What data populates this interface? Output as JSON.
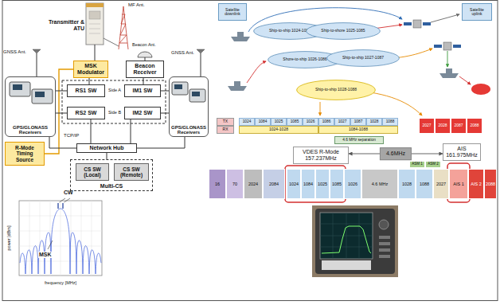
{
  "diagram": {
    "nodes": [
      {
        "text": [
          "MSK Modulator"
        ]
      },
      {
        "text": [
          "Beacon Receiver"
        ]
      },
      {
        "text": [
          "RS1 SW"
        ]
      },
      {
        "text": [
          "IM1 SW"
        ]
      },
      {
        "text": [
          "RS2 SW"
        ]
      },
      {
        "text": [
          "IM2 SW"
        ]
      },
      {
        "text": [
          "GPS/GLONASS Receivers"
        ]
      },
      {
        "text": [
          "GPS/GLONASS Receivers"
        ]
      },
      {
        "text": [
          "R-Mode Timing Source"
        ]
      },
      {
        "text": [
          "Network Hub"
        ]
      },
      {
        "text": [
          "Multi-CS"
        ]
      },
      {
        "text": [
          "CS SW (Local)"
        ],
        "in": 10
      },
      {
        "text": [
          "CS SW (Remote)"
        ],
        "in": 10
      },
      {
        "text": [
          "Satellite downlink"
        ]
      },
      {
        "text": [
          "Satellite uplink"
        ]
      },
      {
        "text": [
          "Ship-to-ship 1024-1084"
        ]
      },
      {
        "text": [
          "Ship-to-shore 1025-1085"
        ]
      },
      {
        "text": [
          "Shore-to-ship 1026-1086"
        ]
      },
      {
        "text": [
          "Ship-to-ship 1027-1087"
        ]
      },
      {
        "text": [
          "Ship-to-ship 1028-1088"
        ]
      },
      {
        "text": [
          "VDES R-Mode 157.237MHz"
        ]
      },
      {
        "text": [
          "AIS 161.975MHz"
        ]
      }
    ],
    "edges": [
      {
        "from": 8,
        "to": 0,
        "arrow": "none"
      },
      {
        "from": 0,
        "to": 2,
        "arrow": "none"
      },
      {
        "from": 1,
        "to": 3,
        "arrow": "none"
      },
      {
        "from": 6,
        "to": 2,
        "arrow": "none"
      },
      {
        "from": 6,
        "to": 4,
        "arrow": "none"
      },
      {
        "from": 7,
        "to": 3,
        "arrow": "none"
      },
      {
        "from": 7,
        "to": 5,
        "arrow": "none"
      },
      {
        "from": 4,
        "to": 9,
        "arrow": "none"
      },
      {
        "from": 5,
        "to": 9,
        "arrow": "none"
      },
      {
        "from": 6,
        "to": 9,
        "arrow": "none"
      },
      {
        "from": 7,
        "to": 9,
        "arrow": "none"
      },
      {
        "from": 9,
        "to": 10,
        "arrow": "none"
      },
      {
        "from": 20,
        "to": 21,
        "label": "4.6MHz",
        "arrow": "both"
      }
    ],
    "labels": [
      "Transmitter & ATU",
      "MF Ant.",
      "Beacon Ant.",
      "GNSS Ant.",
      "GNSS Ant.",
      "Side A",
      "Side B",
      "TCP/IP",
      "CW",
      "MSK",
      "power [dBm]",
      "frequency [MHz]",
      "TX",
      "RX",
      "1024",
      "1084",
      "1025",
      "1085",
      "1026",
      "1086",
      "1027",
      "1087",
      "1028",
      "1088",
      "1024-1028",
      "1084-1088",
      "2027",
      "2028",
      "2087",
      "2088",
      "4.6 MHz separation",
      "16",
      "70",
      "2024",
      "2084",
      "1024",
      "1084",
      "1025",
      "1085",
      "1026",
      "4.6 MHz",
      "1028",
      "1088",
      "2027",
      "AIS 1",
      "AIS 2",
      "2088",
      "ASM 1",
      "ASM 2"
    ]
  }
}
